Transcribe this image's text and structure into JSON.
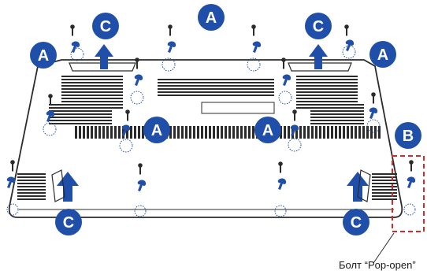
{
  "labels": {
    "screw_a": "A",
    "screw_b": "B",
    "screw_c": "C"
  },
  "callout": {
    "text": "Болт “Pop-open”"
  },
  "colors": {
    "badge_fill": "#1f4fa8",
    "badge_text": "#ffffff",
    "arrow_fill": "#1f4fa8",
    "outline": "#2b2b2b",
    "vent": "#2b2b2b",
    "dotted_circle": "#1f4fa8",
    "callout_box": "#d62828"
  },
  "icons": {
    "screw": "screw-icon",
    "arrow": "up-arrow-icon",
    "badge": "label-badge"
  }
}
